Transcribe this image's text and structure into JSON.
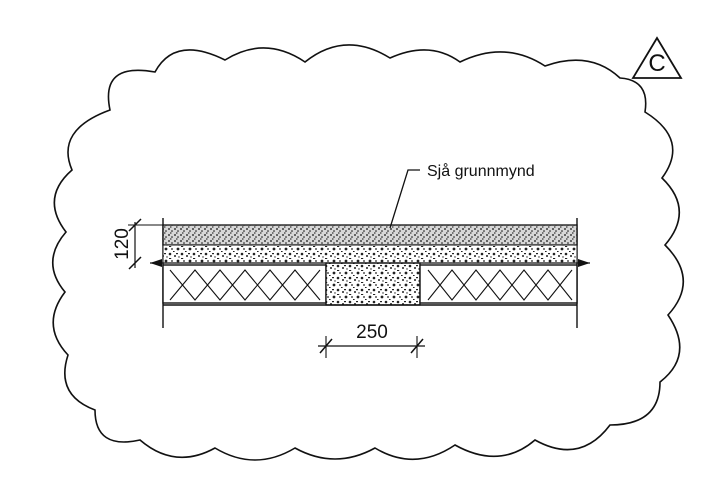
{
  "revision": {
    "letter": "C"
  },
  "annotation": {
    "text": "Sjå grunnmynd"
  },
  "dimensions": {
    "thickness": "120",
    "width": "250"
  },
  "colors": {
    "line": "#111111",
    "background": "#ffffff"
  }
}
